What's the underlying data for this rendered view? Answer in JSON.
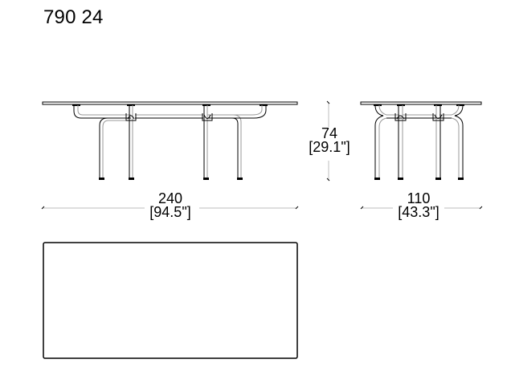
{
  "title": "790 24",
  "dimensions": {
    "length": {
      "cm": "240",
      "inch": "[94.5\"]"
    },
    "height": {
      "cm": "74",
      "inch": "[29.1\"]"
    },
    "depth": {
      "cm": "110",
      "inch": "[43.3\"]"
    }
  },
  "views": {
    "front": "front-elevation",
    "side": "side-elevation",
    "top": "plan-view"
  },
  "colors": {
    "line": "#000000",
    "dim_line": "#bdbdbd",
    "tube_fill": "#ffffff"
  }
}
